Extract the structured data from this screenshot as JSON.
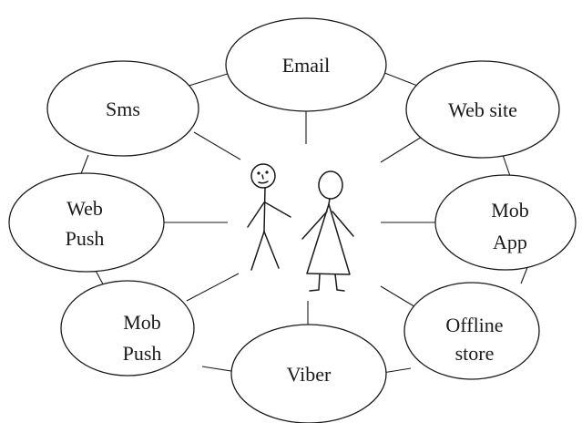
{
  "nodes": {
    "email": {
      "lines": [
        "Email"
      ]
    },
    "sms": {
      "lines": [
        "Sms"
      ]
    },
    "web_site": {
      "lines": [
        "Web site"
      ]
    },
    "web_push": {
      "lines": [
        "Web",
        "Push"
      ]
    },
    "mob_app": {
      "lines": [
        "Mob",
        "App"
      ]
    },
    "mob_push": {
      "lines": [
        "Mob",
        "Push"
      ]
    },
    "offline_store": {
      "lines": [
        "Offline",
        "store"
      ]
    },
    "viber": {
      "lines": [
        "Viber"
      ]
    }
  }
}
